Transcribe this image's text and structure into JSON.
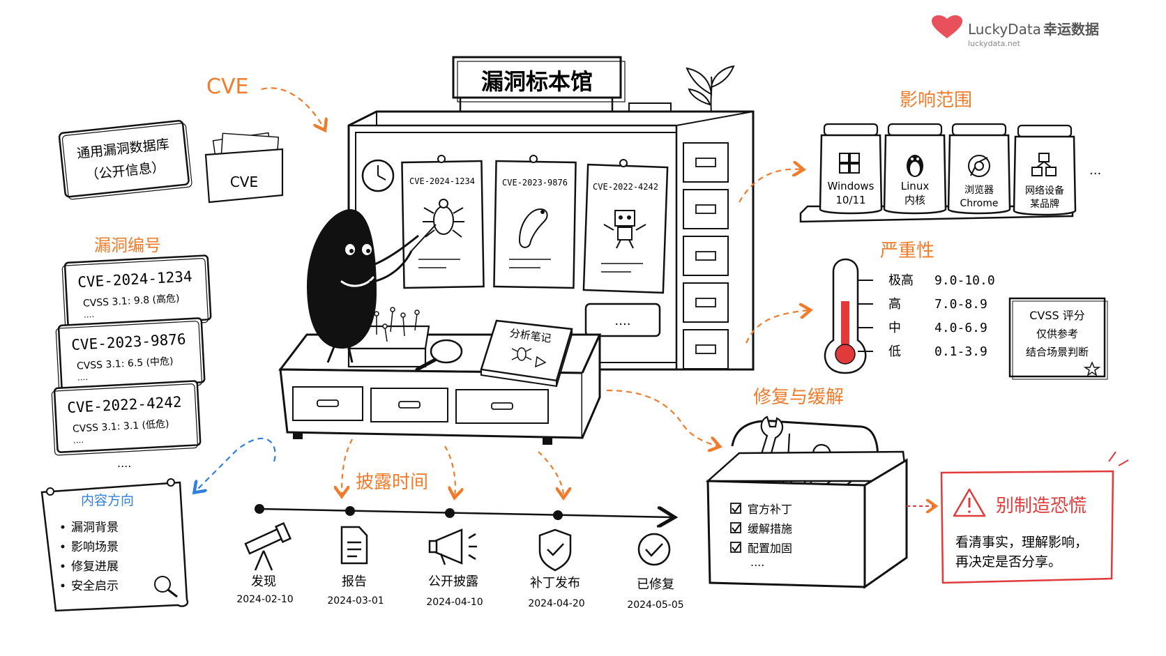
{
  "brand": {
    "name_en": "LuckyData",
    "name_cn": "幸运数据",
    "url": "luckydata.net"
  },
  "museum": {
    "sign": "漏洞标本馆",
    "cards": [
      {
        "id": "CVE-2024-1234"
      },
      {
        "id": "CVE-2023-9876"
      },
      {
        "id": "CVE-2022-4242"
      }
    ],
    "more_label": "....",
    "notebook_title": "分析笔记"
  },
  "cve": {
    "label": "CVE",
    "db_line1": "通用漏洞数据库",
    "db_line2": "（公开信息）",
    "box_label": "CVE"
  },
  "numbering": {
    "title": "漏洞编号",
    "entries": [
      {
        "id": "CVE-2024-1234",
        "score": "CVSS 3.1: 9.8 (高危)"
      },
      {
        "id": "CVE-2023-9876",
        "score": "CVSS 3.1: 6.5 (中危)"
      },
      {
        "id": "CVE-2022-4242",
        "score": "CVSS 3.1: 3.1 (低危)"
      }
    ],
    "dots": "....",
    "ellipsis": "...."
  },
  "content": {
    "title": "内容方向",
    "items": [
      "漏洞背景",
      "影响场景",
      "修复进展",
      "安全启示"
    ]
  },
  "timeline": {
    "title": "披露时间",
    "events": [
      {
        "label": "发现",
        "date": "2024-02-10",
        "icon": "telescope-icon"
      },
      {
        "label": "报告",
        "date": "2024-03-01",
        "icon": "document-icon"
      },
      {
        "label": "公开披露",
        "date": "2024-04-10",
        "icon": "megaphone-icon"
      },
      {
        "label": "补丁发布",
        "date": "2024-04-20",
        "icon": "shield-check-icon"
      },
      {
        "label": "已修复",
        "date": "2024-05-05",
        "icon": "check-circle-icon"
      }
    ]
  },
  "impact": {
    "title": "影响范围",
    "jars": [
      {
        "line1": "Windows",
        "line2": "10/11",
        "icon": "windows-icon"
      },
      {
        "line1": "Linux",
        "line2": "内核",
        "icon": "penguin-icon"
      },
      {
        "line1": "浏览器",
        "line2": "Chrome",
        "icon": "chrome-icon"
      },
      {
        "line1": "网络设备",
        "line2": "某品牌",
        "icon": "network-device-icon"
      }
    ],
    "more": "..."
  },
  "severity": {
    "title": "严重性",
    "levels": [
      {
        "name": "极高",
        "range": "9.0-10.0"
      },
      {
        "name": "高",
        "range": "7.0-8.9"
      },
      {
        "name": "中",
        "range": "4.0-6.9"
      },
      {
        "name": "低",
        "range": "0.1-3.9"
      }
    ],
    "note_line1": "CVSS 评分",
    "note_line2": "仅供参考",
    "note_line3": "结合场景判断"
  },
  "fix": {
    "title": "修复与缓解",
    "items": [
      "官方补丁",
      "缓解措施",
      "配置加固"
    ],
    "more": "...."
  },
  "warning": {
    "title": "别制造恐慌",
    "line1": "看清事实，理解影响，",
    "line2": "再决定是否分享。"
  },
  "colors": {
    "accent_orange": "#f07b2a",
    "accent_blue": "#2f7fe0",
    "alert_red": "#e03a3a",
    "ink": "#111111",
    "brand_red": "#e8505b"
  }
}
